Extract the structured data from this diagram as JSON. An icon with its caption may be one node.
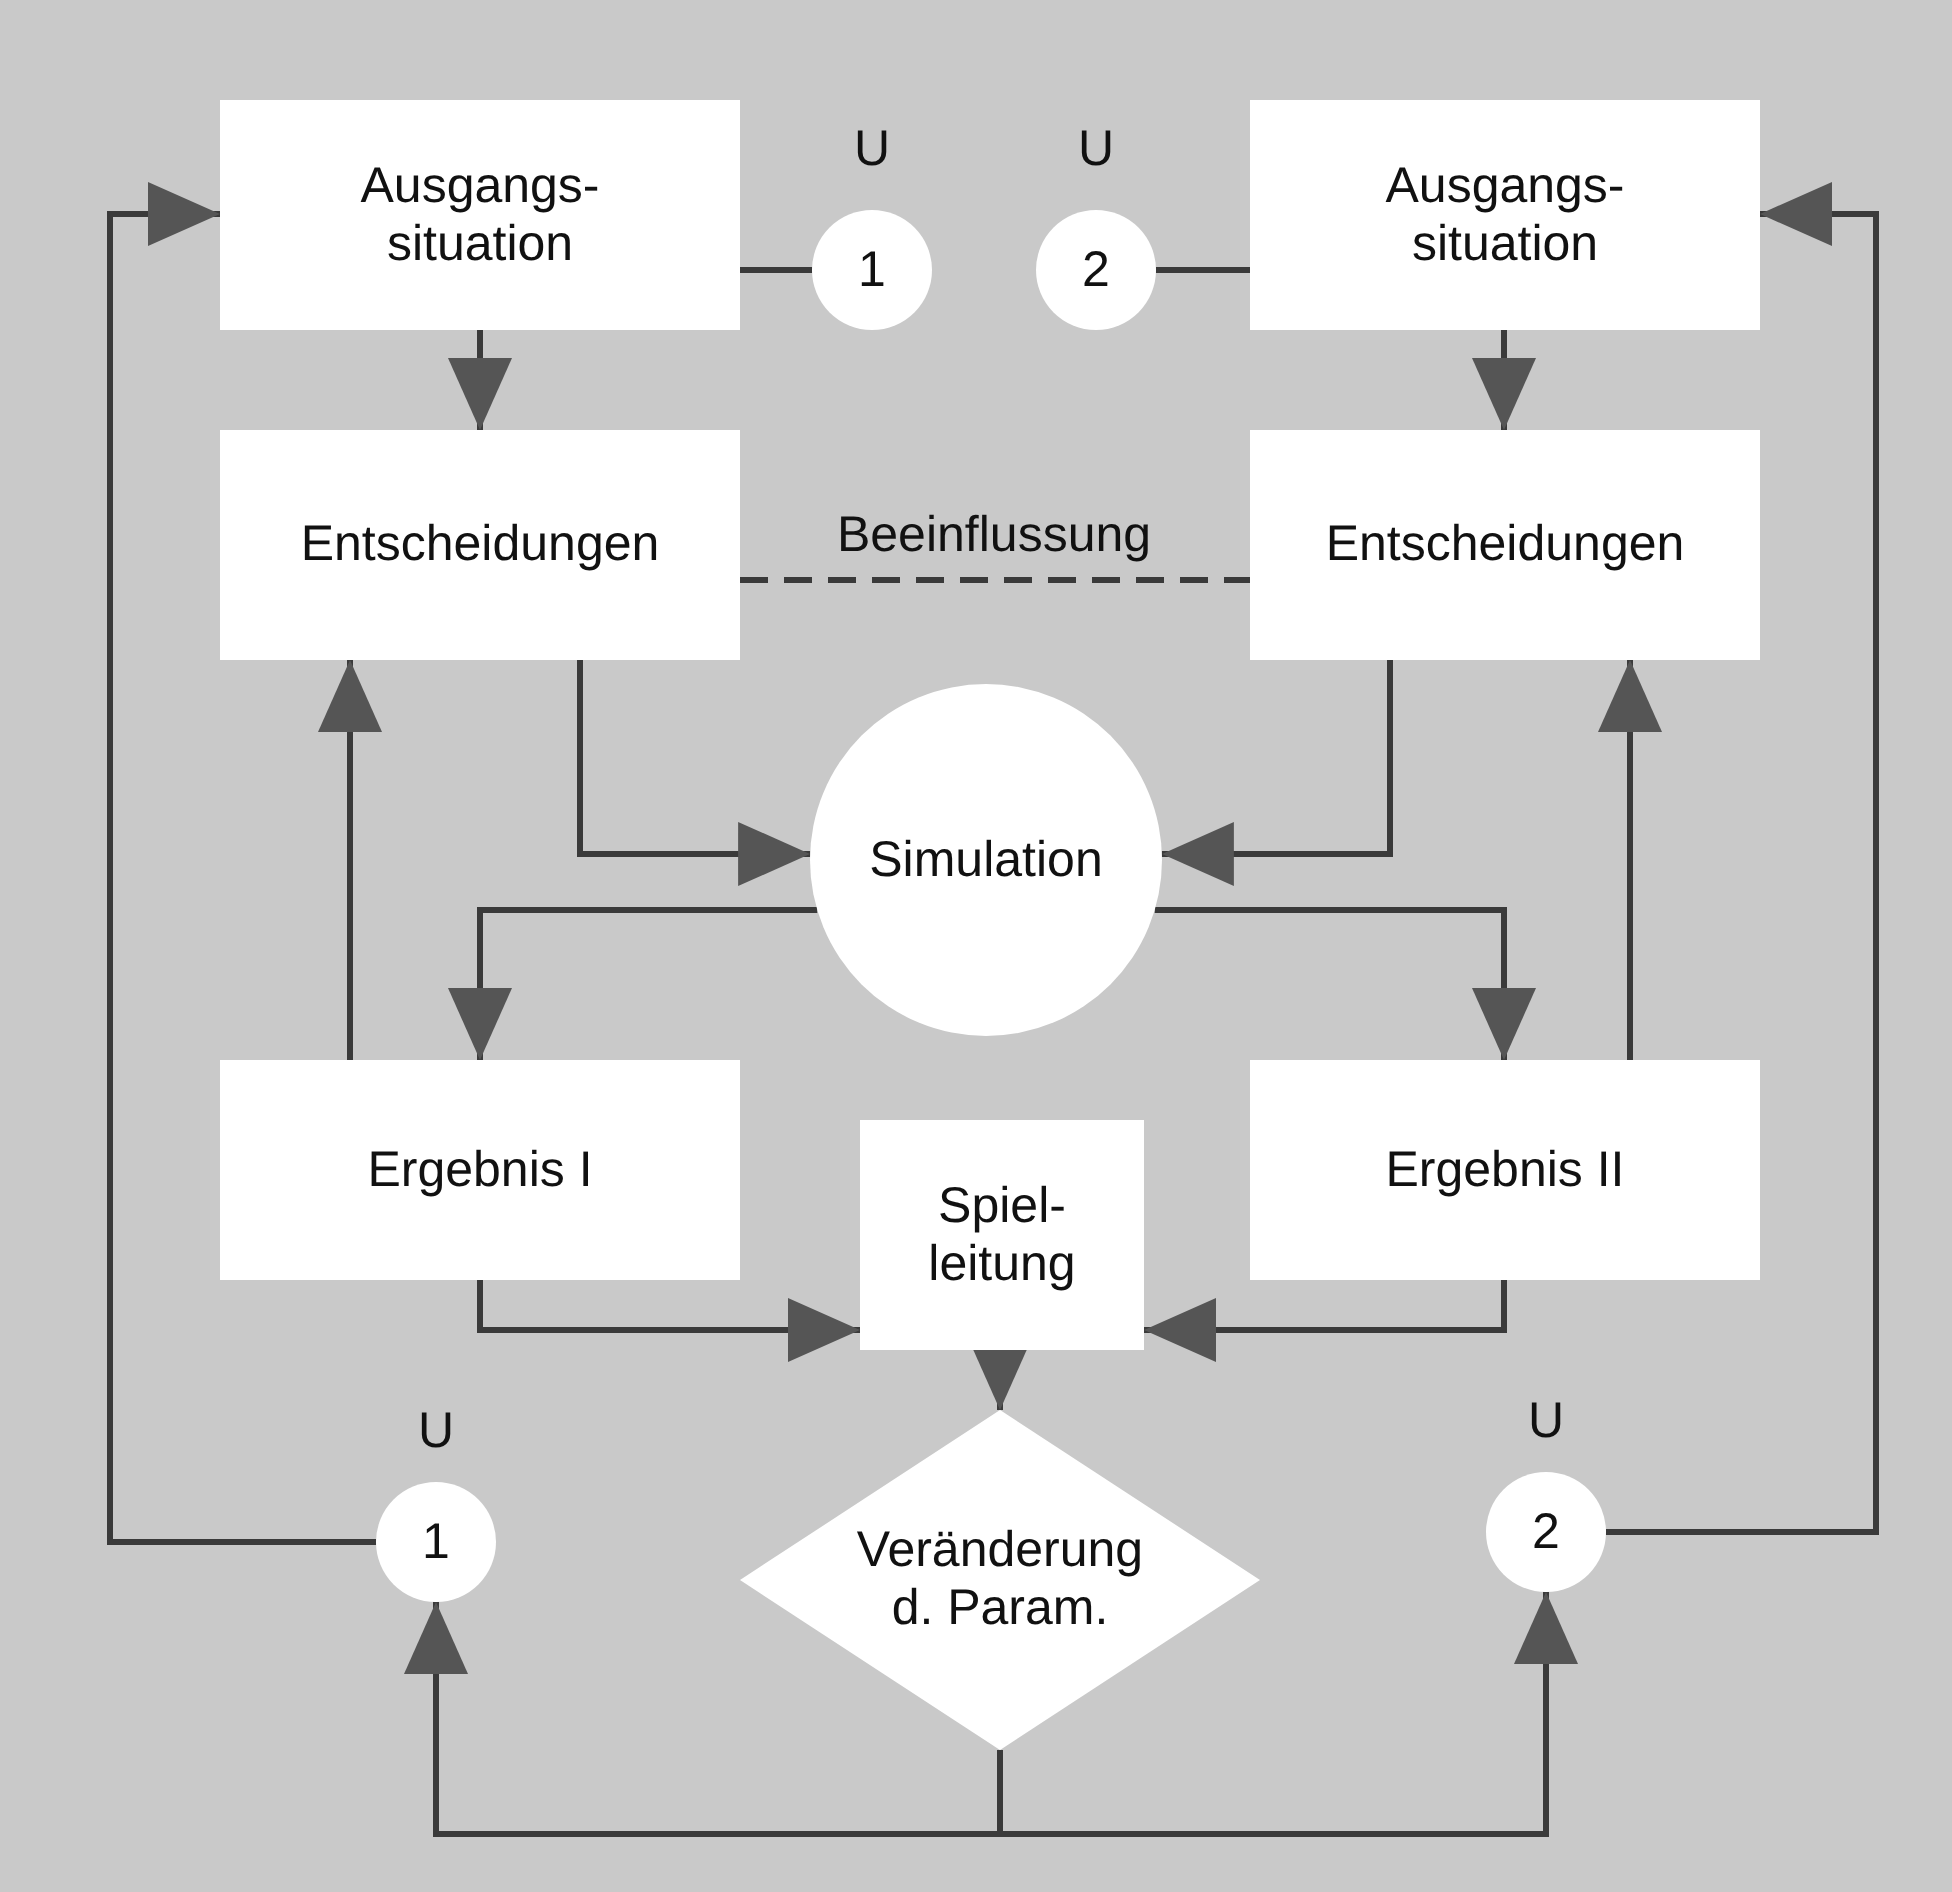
{
  "diagram": {
    "nodes": [
      {
        "text": [
          "Ausgangs- situation"
        ]
      },
      {
        "text": [
          "1"
        ],
        "beside": [
          "U"
        ]
      },
      {
        "text": [
          "2"
        ],
        "beside": [
          "U"
        ]
      },
      {
        "text": [
          "Ausgangs- situation"
        ]
      },
      {
        "text": [
          "Entscheidungen"
        ]
      },
      {
        "text": [
          "Entscheidungen"
        ]
      },
      {
        "text": [
          "Simulation"
        ]
      },
      {
        "text": [
          "Ergebnis I"
        ]
      },
      {
        "text": [
          "Spiel- leitung"
        ]
      },
      {
        "text": [
          "Ergebnis II"
        ]
      },
      {
        "text": [
          "1"
        ],
        "beside": [
          "U"
        ]
      },
      {
        "text": [
          "2"
        ],
        "beside": [
          "U"
        ]
      },
      {
        "text": [
          "Veränderung d. Param."
        ]
      }
    ],
    "edges": [
      {
        "from": 0,
        "to": 1,
        "arrow": "none"
      },
      {
        "from": 2,
        "to": 3,
        "arrow": "none"
      },
      {
        "from": 0,
        "to": 4,
        "arrow": "to"
      },
      {
        "from": 3,
        "to": 5,
        "arrow": "to"
      },
      {
        "from": 4,
        "to": 5,
        "arrow": "none",
        "style": "dashed",
        "label": "Beeinflussung"
      },
      {
        "from": 4,
        "to": 6,
        "arrow": "to"
      },
      {
        "from": 5,
        "to": 6,
        "arrow": "to"
      },
      {
        "from": 6,
        "to": 7,
        "arrow": "to"
      },
      {
        "from": 6,
        "to": 9,
        "arrow": "to"
      },
      {
        "from": 7,
        "to": 4,
        "arrow": "to"
      },
      {
        "from": 9,
        "to": 5,
        "arrow": "to"
      },
      {
        "from": 7,
        "to": 8,
        "arrow": "to"
      },
      {
        "from": 9,
        "to": 8,
        "arrow": "to"
      },
      {
        "from": 8,
        "to": 12,
        "arrow": "to"
      },
      {
        "from": 12,
        "to": 10,
        "arrow": "to"
      },
      {
        "from": 12,
        "to": 11,
        "arrow": "to"
      },
      {
        "from": 10,
        "to": 0,
        "arrow": "to"
      },
      {
        "from": 11,
        "to": 3,
        "arrow": "to"
      }
    ]
  }
}
